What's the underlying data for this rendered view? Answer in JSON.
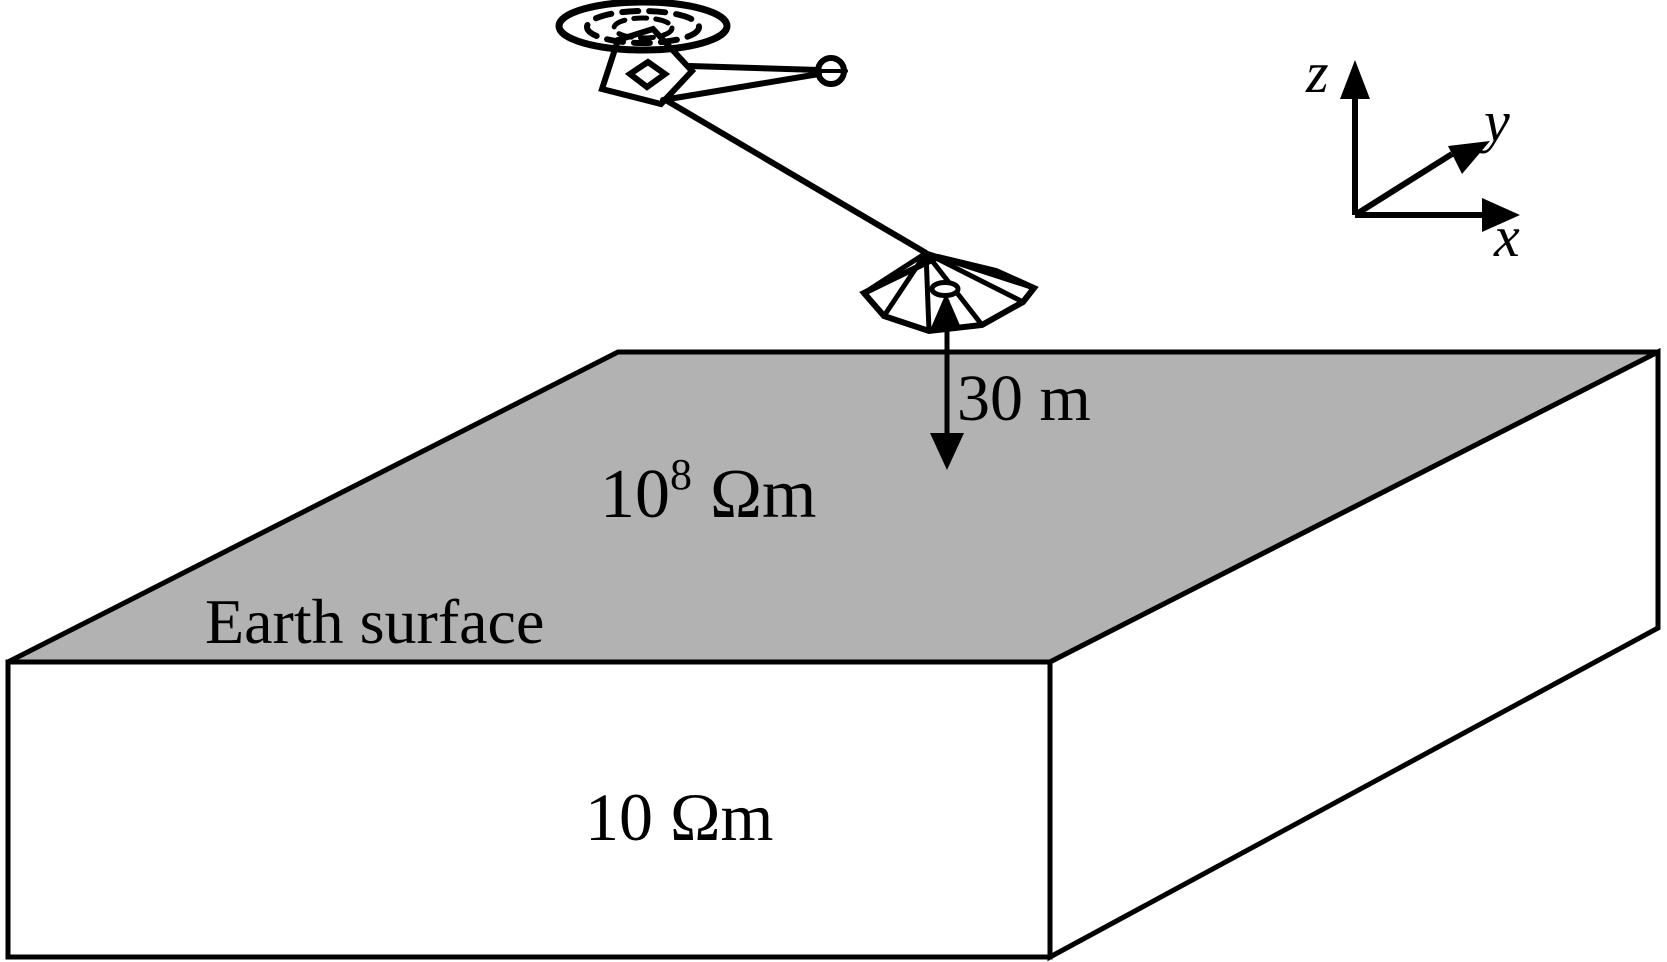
{
  "diagram": {
    "type": "airborne-em-survey-schematic",
    "description": "Helicopter towing an electromagnetic bird sensor 30 m above a resistive layered earth block",
    "labels": {
      "sensor_height": "30 m",
      "air_resistivity_base": "10",
      "air_resistivity_exponent": "8",
      "air_resistivity_unit": "Ωm",
      "earth_surface": "Earth surface",
      "halfspace_resistivity": "10 Ωm",
      "axis_x": "x",
      "axis_y": "y",
      "axis_z": "z"
    },
    "icons": {
      "helicopter": "helicopter-icon",
      "em_bird": "em-bird-sensor-icon",
      "height_arrow": "double-headed-arrow-icon",
      "axes": "xyz-axes-icon"
    },
    "colors": {
      "earth_surface_fill": "#b2b2b2",
      "face_fill": "#ffffff",
      "stroke": "#000000",
      "background": "#ffffff"
    }
  }
}
